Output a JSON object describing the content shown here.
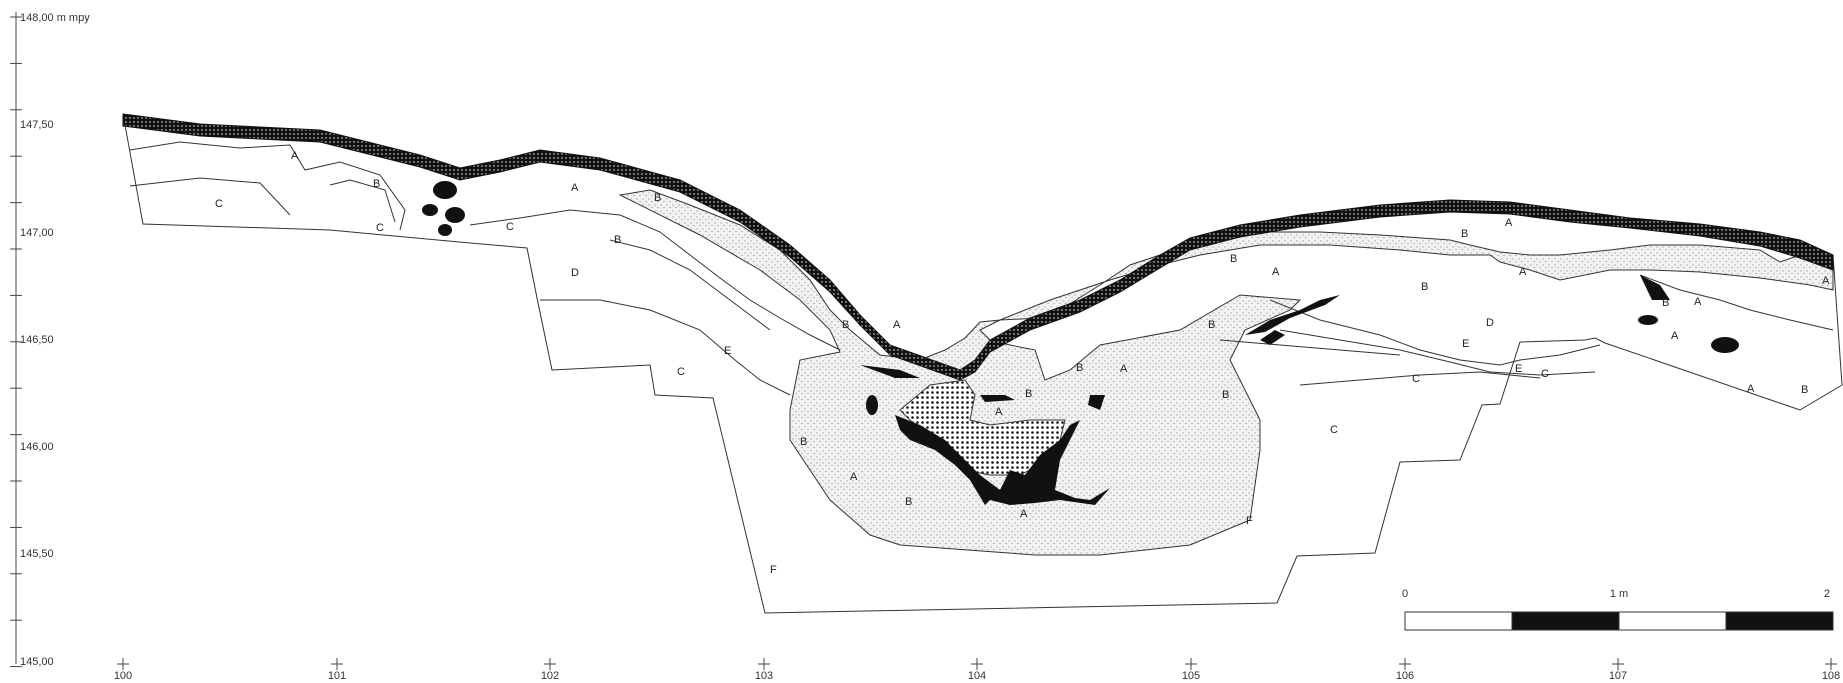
{
  "elevation_axis": {
    "unit_label": "148,00 m mpy",
    "ticks": [
      "147,50",
      "147,00",
      "146,50",
      "146,00",
      "145,50",
      "145,00"
    ]
  },
  "distance_axis": {
    "ticks": [
      "100",
      "101",
      "102",
      "103",
      "104",
      "105",
      "106",
      "107",
      "108"
    ]
  },
  "scale_bar": {
    "label_start": "0",
    "label_mid": "1 m",
    "label_end": "2"
  },
  "layer_labels": {
    "A": "A",
    "B": "B",
    "C": "C",
    "D": "D",
    "E": "E",
    "F": "F"
  },
  "colors": {
    "ink": "#222222",
    "stipple": "#cfcfcf",
    "paper": "#ffffff"
  }
}
